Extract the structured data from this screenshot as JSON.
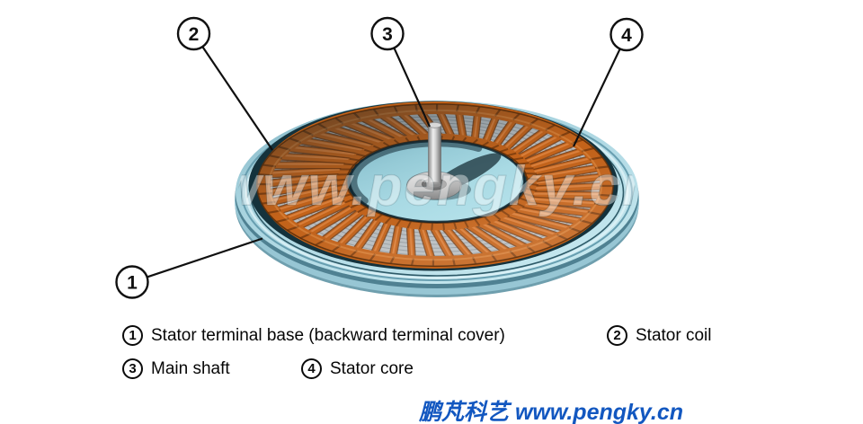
{
  "figure": {
    "watermark": "www.pengky.cn",
    "callouts": [
      {
        "label": "1"
      },
      {
        "label": "2"
      },
      {
        "label": "3"
      },
      {
        "label": "4"
      }
    ],
    "palette": {
      "base_blue": "#a5d1dd",
      "base_blue_dark": "#4f8192",
      "coil_orange": "#c4631a",
      "coil_orange_dark": "#7a3a0c",
      "core_gray": "#b9bec1",
      "shaft_gray": "#c9c9c9",
      "shadow_teal": "#14323c",
      "outline_black": "#101010"
    }
  },
  "legend": {
    "items": [
      {
        "num": "1",
        "label": "Stator terminal base (backward terminal cover)"
      },
      {
        "num": "2",
        "label": "Stator coil"
      },
      {
        "num": "3",
        "label": "Main shaft"
      },
      {
        "num": "4",
        "label": "Stator core"
      }
    ]
  },
  "footer": {
    "brand": "鹏芃科艺 www.pengky.cn",
    "color": "#1257c0"
  }
}
